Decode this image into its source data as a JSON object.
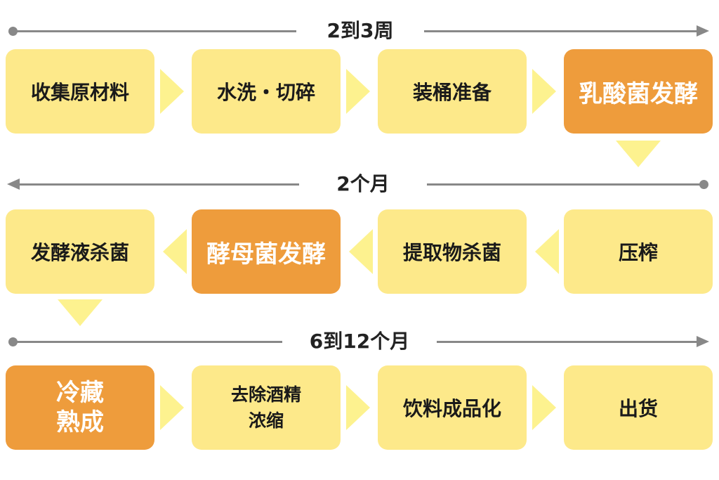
{
  "stages": [
    {
      "duration": "2到3周",
      "direction": "right",
      "steps": [
        "收集原材料",
        "水洗・切碎",
        "装桶准备",
        "乳酸菌发酵"
      ],
      "highlight": [
        false,
        false,
        false,
        true
      ]
    },
    {
      "duration": "2个月",
      "direction": "left",
      "steps": [
        "压榨",
        "提取物杀菌",
        "酵母菌发酵",
        "发酵液杀菌"
      ],
      "highlight": [
        false,
        false,
        true,
        false
      ]
    },
    {
      "duration": "6到12个月",
      "direction": "right",
      "steps": [
        "冷藏\n熟成",
        "去除酒精\n浓缩",
        "饮料成品化",
        "出货"
      ],
      "highlight": [
        true,
        false,
        false,
        false
      ]
    }
  ],
  "colors": {
    "step_box": "#fde98a",
    "highlight_box": "#ee9c3c",
    "connector_arrow": "#fdf28f",
    "timeline": "#888888"
  }
}
